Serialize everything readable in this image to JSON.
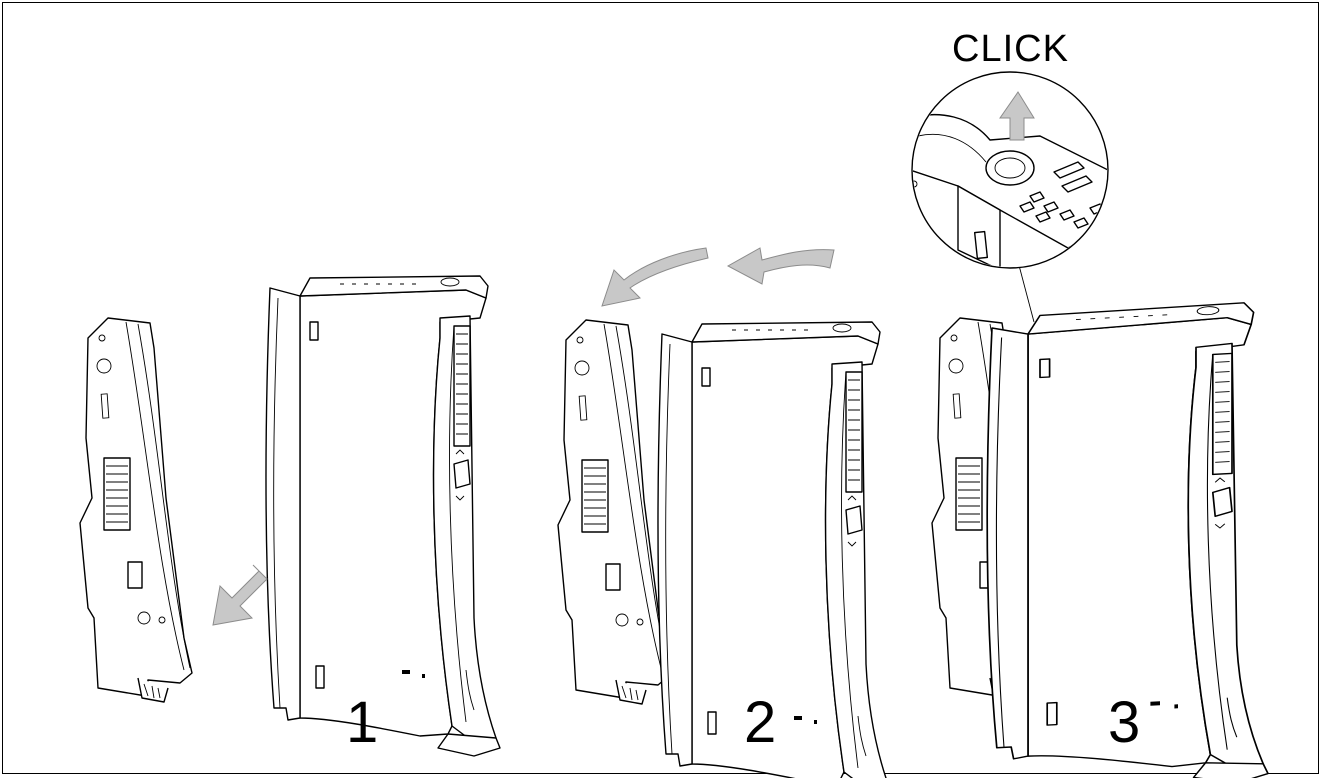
{
  "diagram": {
    "callout_text": "CLICK",
    "steps": [
      {
        "label": "1"
      },
      {
        "label": "2"
      },
      {
        "label": "3"
      }
    ],
    "colors": {
      "line": "#000000",
      "arrow_fill": "#c8c8c8",
      "arrow_stroke": "#8c8c8c",
      "background": "#ffffff"
    }
  }
}
